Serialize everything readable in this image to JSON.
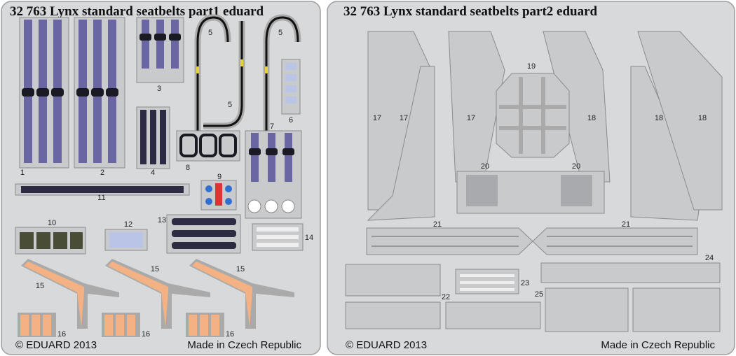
{
  "left_sheet": {
    "title": "32 763  Lynx standard seatbelts  part1   eduard",
    "copyright": "© EDUARD 2013",
    "origin": "Made in Czech Republic",
    "part_labels": [
      "1",
      "2",
      "3",
      "4",
      "5",
      "5",
      "5",
      "6",
      "7",
      "8",
      "9",
      "10",
      "11",
      "12",
      "13",
      "14",
      "15",
      "15",
      "15",
      "16",
      "16",
      "16"
    ]
  },
  "right_sheet": {
    "title": "32 763  Lynx standard seatbelts  part2  eduard",
    "copyright": "© EDUARD 2013",
    "origin": "Made in Czech Republic",
    "part_labels": [
      "19",
      "17",
      "17",
      "17",
      "18",
      "18",
      "18",
      "20",
      "20",
      "21",
      "21",
      "22",
      "23",
      "24",
      "25"
    ]
  },
  "colors": {
    "fret": "#d8d9db",
    "belt": "#6a66a3",
    "buckle": "#1a1a22",
    "orange": "#f3b184"
  }
}
